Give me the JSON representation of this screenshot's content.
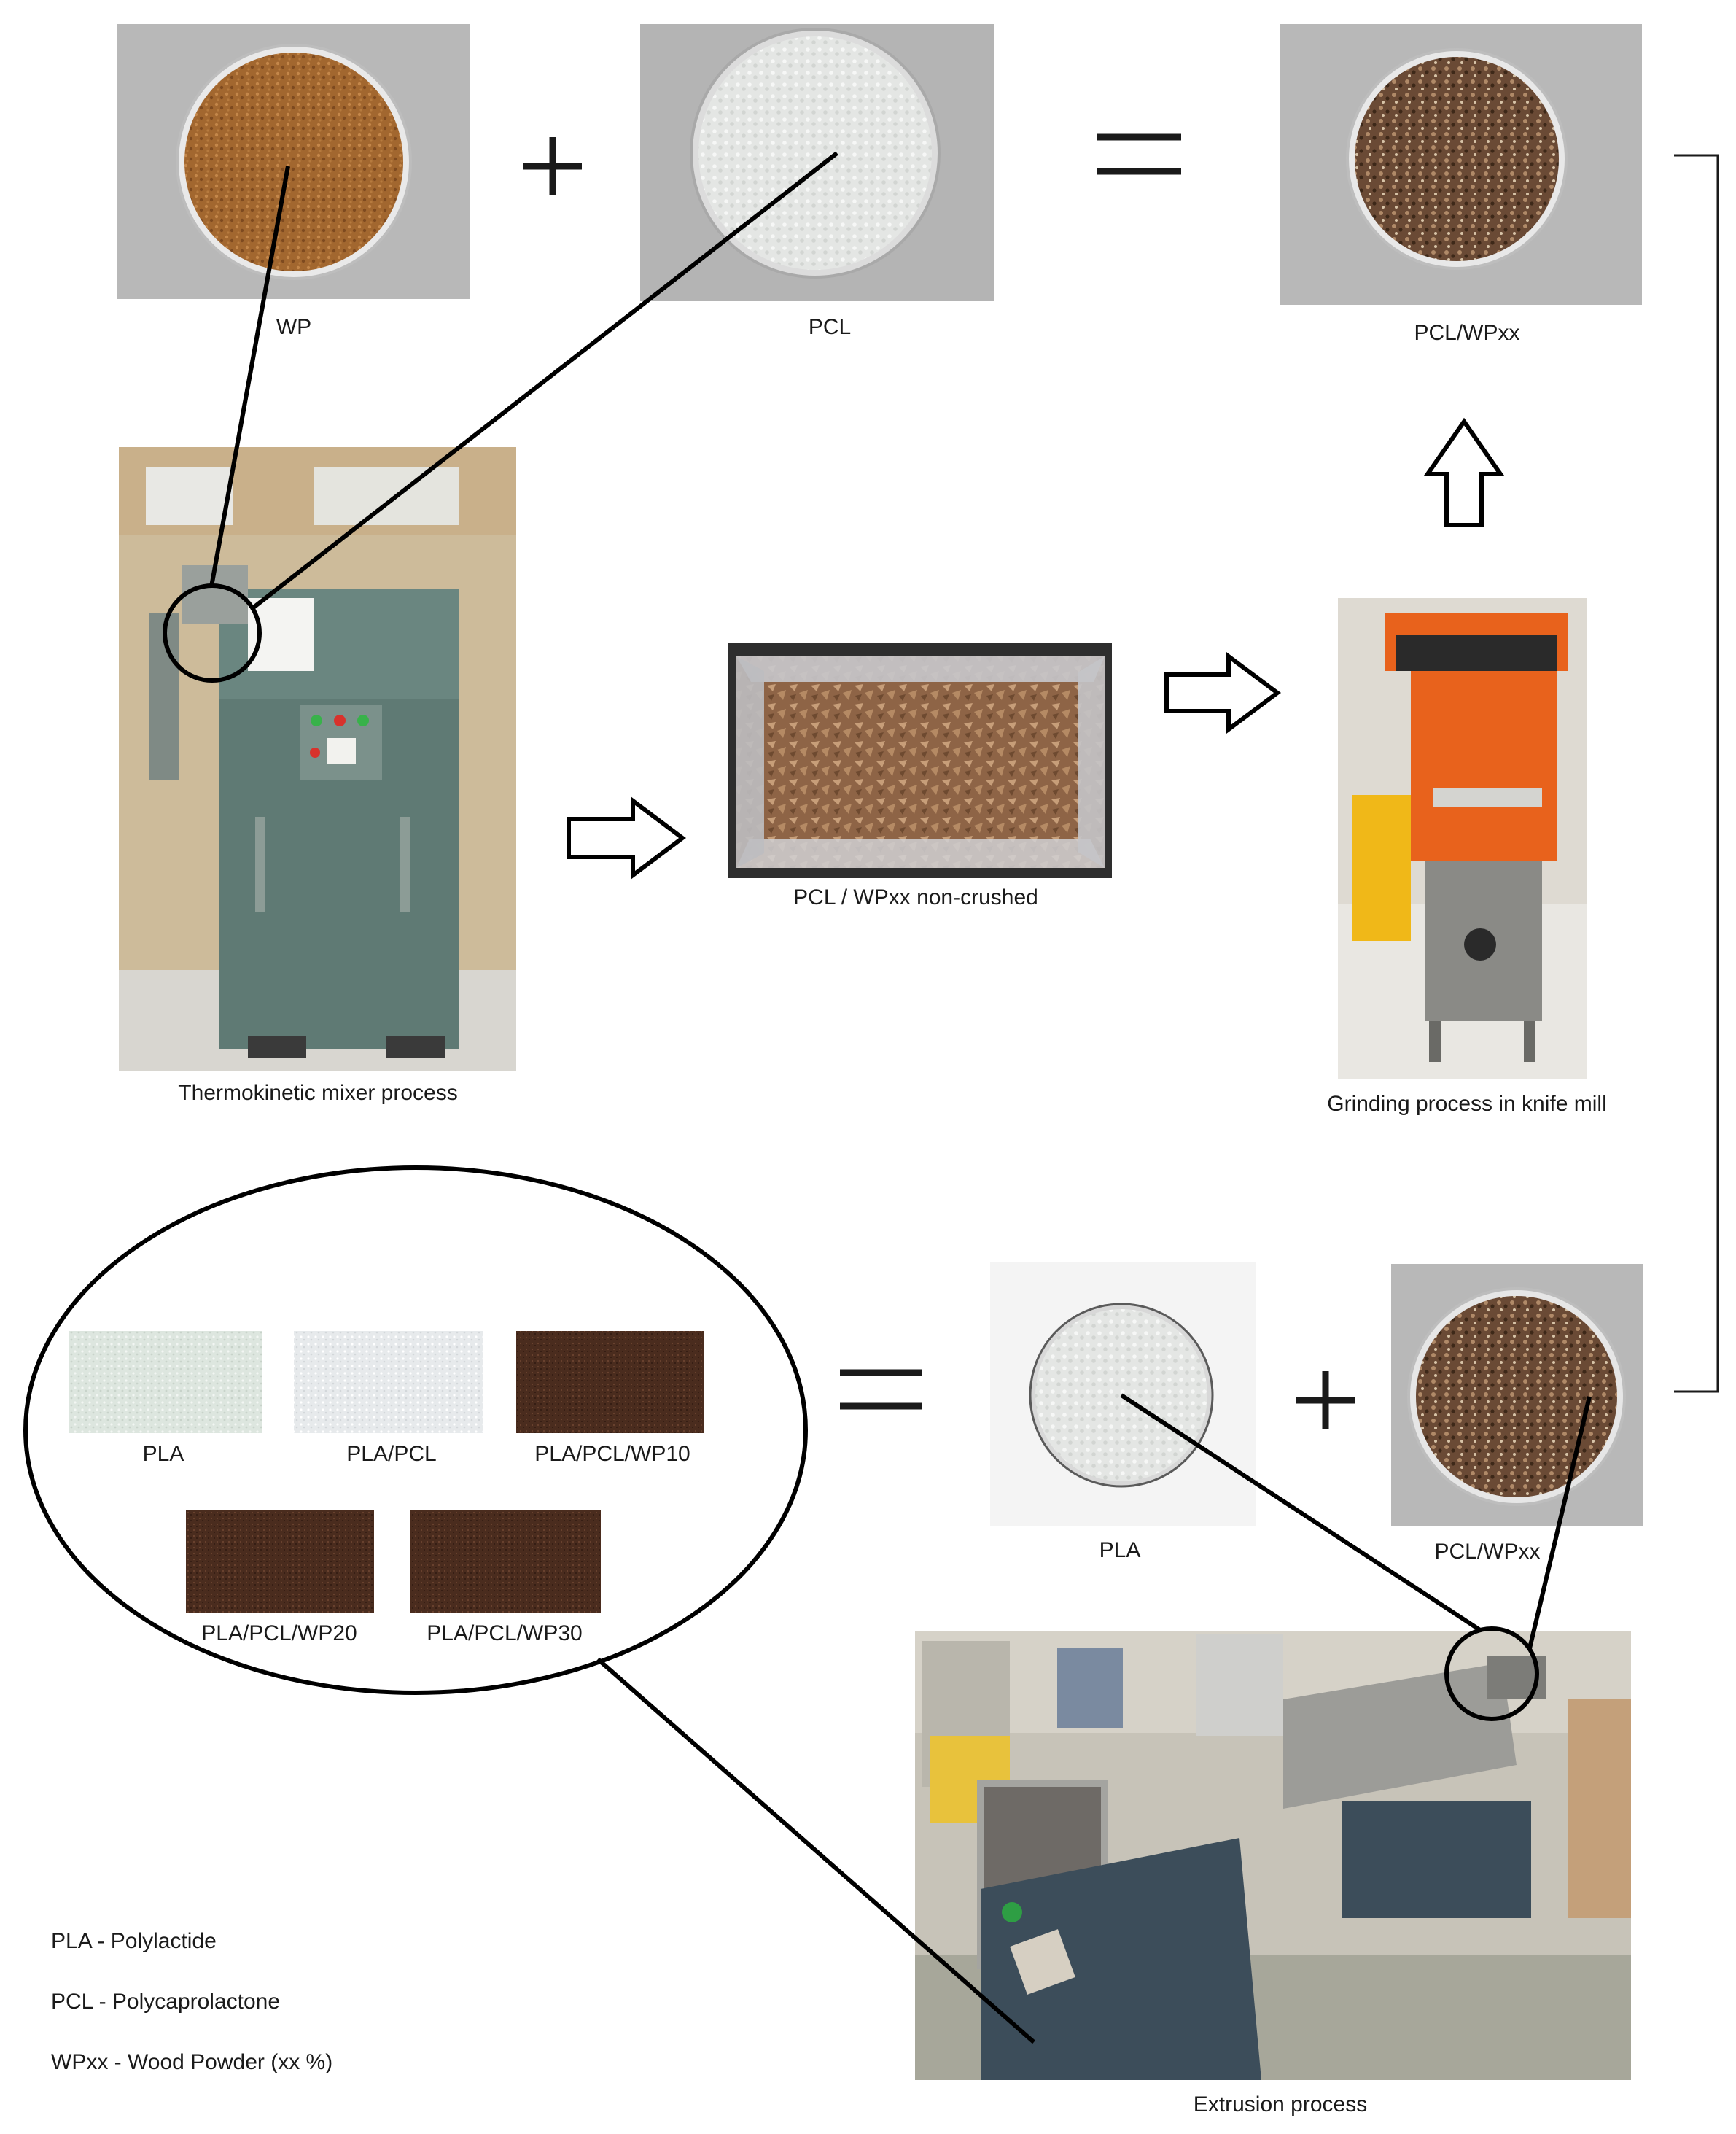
{
  "labels": {
    "wp": "WP",
    "pcl": "PCL",
    "pcl_wpxx_top": "PCL/WPxx",
    "mixer": "Thermokinetic mixer process",
    "non_crushed": "PCL / WPxx non-crushed",
    "grinding": "Grinding process in knife mill",
    "pla": "PLA",
    "pcl_wpxx_bottom": "PCL/WPxx",
    "extrusion": "Extrusion process"
  },
  "samples": {
    "pla": "PLA",
    "pla_pcl": "PLA/PCL",
    "wp10": "PLA/PCL/WP10",
    "wp20": "PLA/PCL/WP20",
    "wp30": "PLA/PCL/WP30"
  },
  "legend": {
    "pla": "PLA - Polylactide",
    "pcl": "PCL - Polycaprolactone",
    "wpxx": "WPxx - Wood Powder (xx %)"
  },
  "colors": {
    "wood": "#a0652e",
    "pcl_pellets": "#e6e8e6",
    "composite": "#5b4030",
    "machine_green": "#5f7a74",
    "mill_orange": "#e8621c",
    "mill_yellow": "#f0b818",
    "extruder_blue": "#3c4d5a",
    "foil": "#c8c8cc",
    "brown_sample": "#4a2c1e"
  }
}
